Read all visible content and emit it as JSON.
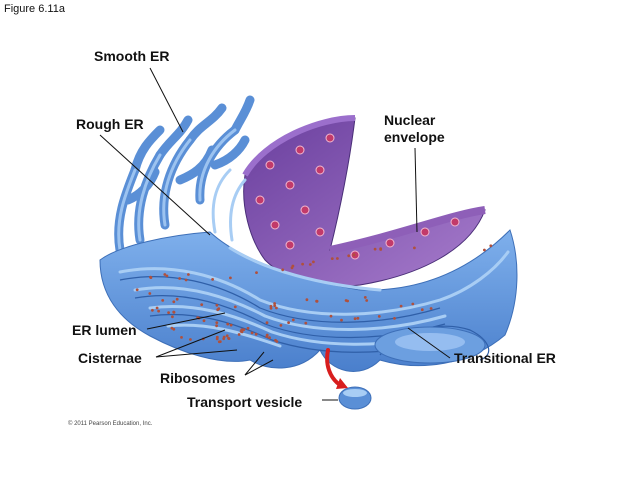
{
  "figure_number": "Figure 6.11a",
  "copyright": "© 2011 Pearson Education, Inc.",
  "labels": {
    "smooth_er": "Smooth ER",
    "rough_er": "Rough ER",
    "nuclear_envelope": "Nuclear envelope",
    "er_lumen": "ER lumen",
    "cisternae": "Cisternae",
    "ribosomes": "Ribosomes",
    "transport_vesicle": "Transport vesicle",
    "transitional_er": "Transitional ER"
  },
  "colors": {
    "er_membrane": "#5a8fd6",
    "er_light": "#8fb8ec",
    "er_dark": "#3d6fb8",
    "nucleus": "#8e5fb8",
    "nucleus_dark": "#6b3f98",
    "nuclear_pore": "#c23a6a",
    "ribosome": "#b0503c",
    "arrow": "#d81e1e"
  }
}
